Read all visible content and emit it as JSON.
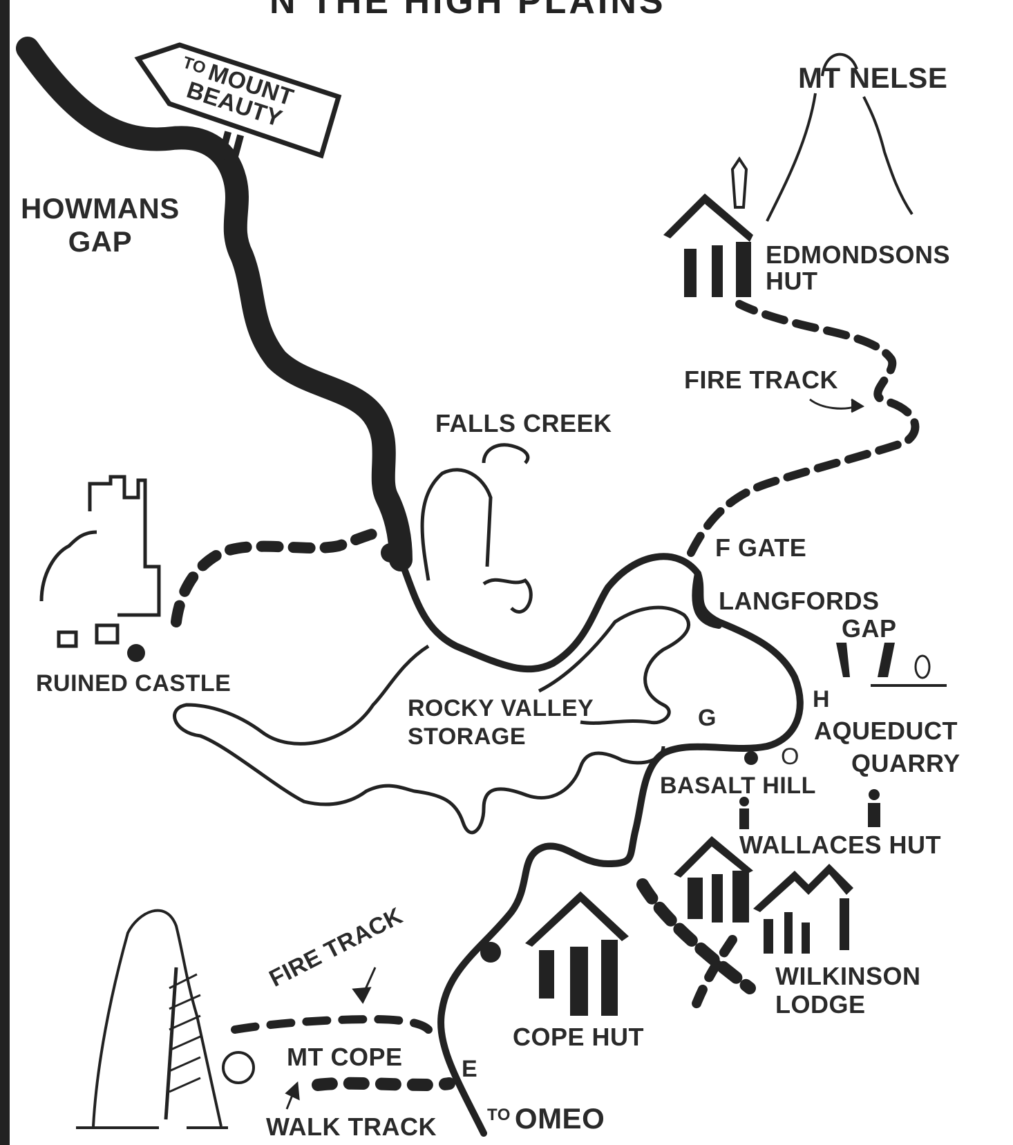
{
  "title": "N THE HIGH PLAINS",
  "signpost": {
    "prefix": "TO",
    "line1": "MOUNT",
    "line2": "BEAUTY"
  },
  "labels": {
    "howmans_gap_1": "HOWMANS",
    "howmans_gap_2": "GAP",
    "mt_nelse": "MT NELSE",
    "edmondsons_hut_1": "EDMONDSONS",
    "edmondsons_hut_2": "HUT",
    "fire_track_north": "FIRE TRACK",
    "falls_creek": "FALLS CREEK",
    "f_gate": "F GATE",
    "langfords_gap_1": "LANGFORDS",
    "langfords_gap_2": "GAP",
    "ruined_castle": "RUINED CASTLE",
    "rocky_valley_1": "ROCKY VALLEY",
    "rocky_valley_2": "STORAGE",
    "g_marker": "G",
    "h_marker": "H",
    "aqueduct": "AQUEDUCT",
    "o_marker": "O",
    "quarry": "QUARRY",
    "basalt_hill": "BASALT HILL",
    "wallaces_hut": "WALLACES HUT",
    "fire_track_south": "FIRE TRACK",
    "wilkinson_lodge_1": "WILKINSON",
    "wilkinson_lodge_2": "LODGE",
    "cope_hut": "COPE HUT",
    "mt_cope": "MT COPE",
    "e_marker": "E",
    "walk_track": "WALK TRACK",
    "to_omeo_prefix": "TO",
    "to_omeo": "OMEO"
  },
  "legend": {
    "main_road": "solid-thick-line",
    "fire_track": "dashed-line",
    "aqueduct_lake": "thin-outline"
  },
  "colors": {
    "ink": "#222222",
    "paper": "#ffffff"
  }
}
